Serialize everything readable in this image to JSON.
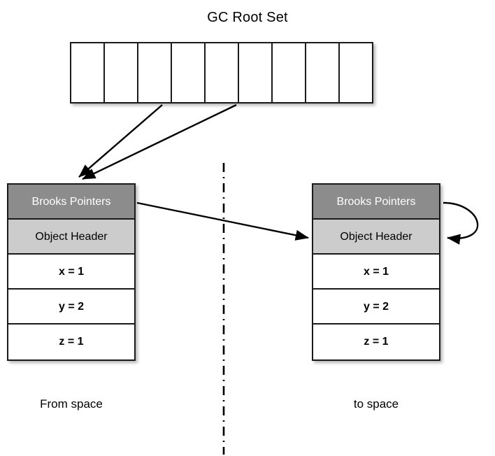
{
  "diagram": {
    "title": "GC Root Set",
    "root_set": {
      "name": "GC Root Set",
      "cell_count": 9,
      "cells": [
        "",
        "",
        "",
        "",
        "",
        "",
        "",
        "",
        ""
      ]
    },
    "objects": [
      {
        "id": "from-space-object",
        "caption": "From space",
        "rows": [
          {
            "label": "Brooks Pointers",
            "style": "brooks"
          },
          {
            "label": "Object Header",
            "style": "header"
          },
          {
            "label": "x = 1",
            "style": "field"
          },
          {
            "label": "y = 2",
            "style": "field"
          },
          {
            "label": "z = 1",
            "style": "field"
          }
        ]
      },
      {
        "id": "to-space-object",
        "caption": "to space",
        "rows": [
          {
            "label": "Brooks Pointers",
            "style": "brooks"
          },
          {
            "label": "Object Header",
            "style": "header"
          },
          {
            "label": "x = 1",
            "style": "field"
          },
          {
            "label": "y = 2",
            "style": "field"
          },
          {
            "label": "z = 1",
            "style": "field"
          }
        ]
      }
    ],
    "arrows": [
      {
        "name": "root-ref-arrow-1",
        "from": "root-set-cell-3",
        "to": "from-space-object-top"
      },
      {
        "name": "root-ref-arrow-2",
        "from": "root-set-cell-5",
        "to": "from-space-object-top"
      },
      {
        "name": "forwarding-pointer-arrow",
        "from": "from-space-brooks-pointers",
        "to": "to-space-object-header"
      },
      {
        "name": "self-forwarding-pointer-arrow",
        "from": "to-space-brooks-pointers",
        "to": "to-space-object-header"
      }
    ],
    "divider": {
      "name": "space-divider",
      "style": "dash-dot",
      "orientation": "vertical"
    },
    "colors": {
      "brooks_fill": "#8c8c8c",
      "brooks_text": "#ffffff",
      "header_fill": "#cccccc",
      "field_fill": "#ffffff",
      "stroke": "#1a1a1a",
      "background": "#ffffff"
    }
  }
}
